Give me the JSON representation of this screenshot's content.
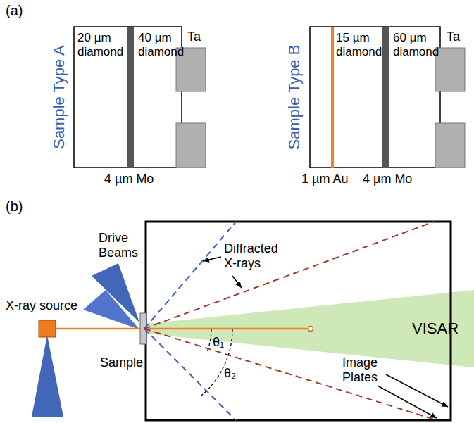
{
  "diagram": {
    "labels": [
      "(a)",
      "20 µm diamond",
      "40 µm diamond",
      "Ta",
      "4 µm Mo",
      "Sample Type A",
      "15 µm diamond",
      "60 µm diamond",
      "Ta",
      "1 µm Au",
      "4 µm Mo",
      "Sample Type B",
      "(b)",
      "Drive Beams",
      "X-ray source",
      "Sample",
      "Diffracted X-rays",
      "VISAR",
      "θ₁",
      "θ₂",
      "Image Plates"
    ]
  }
}
